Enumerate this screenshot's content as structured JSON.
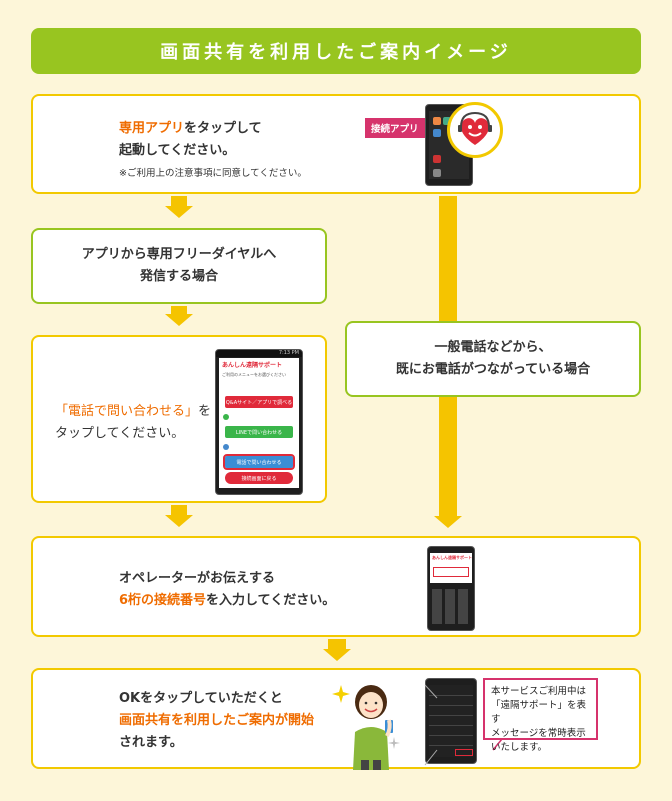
{
  "title": "画面共有を利用したご案内イメージ",
  "step1": {
    "line1_highlight": "専用アプリ",
    "line1_rest": "をタップして",
    "line2": "起動してください。",
    "note": "※ご利用上の注意事項に同意してください。",
    "badge": "接続アプリ"
  },
  "step2a": {
    "line1": "アプリから専用フリーダイヤルへ",
    "line2": "発信する場合"
  },
  "step2b": {
    "line1": "一般電話などから、",
    "line2": "既にお電話がつながっている場合"
  },
  "step3": {
    "line1_highlight": "「電話で問い合わせる」",
    "line1_rest": "を",
    "line2": "タップしてください。",
    "phone": {
      "status_time": "7:13 PM",
      "app_title": "あんしん遠隔サポート",
      "menu_prompt": "ご利用のメニューをお選びください",
      "btn_faq": "Q&Aサイト／アプリで調べる",
      "btn_line": "LINEで問い合わせる",
      "btn_call": "電話で問い合わせる",
      "btn_end": "接続画面に戻る"
    }
  },
  "step4": {
    "line1": "オペレーターがお伝えする",
    "line2_highlight": "6桁の接続番号",
    "line2_rest": "を入力してください。",
    "phone_title": "あんしん遠隔サポート"
  },
  "step5": {
    "line1": "OKをタップしていただくと",
    "line2_highlight": "画面共有を利用したご案内が開始",
    "line3": "されます。",
    "callout": [
      "本サービスご利用中は",
      "「遠隔サポート」を表す",
      "メッセージを常時表示",
      "いたします。"
    ]
  },
  "colors": {
    "title_bg": "#98c520",
    "box_border_yellow": "#f2c900",
    "box_border_green": "#98c520",
    "arrow": "#f5c400",
    "highlight": "#ef6c00",
    "accent_red": "#d6336c"
  }
}
